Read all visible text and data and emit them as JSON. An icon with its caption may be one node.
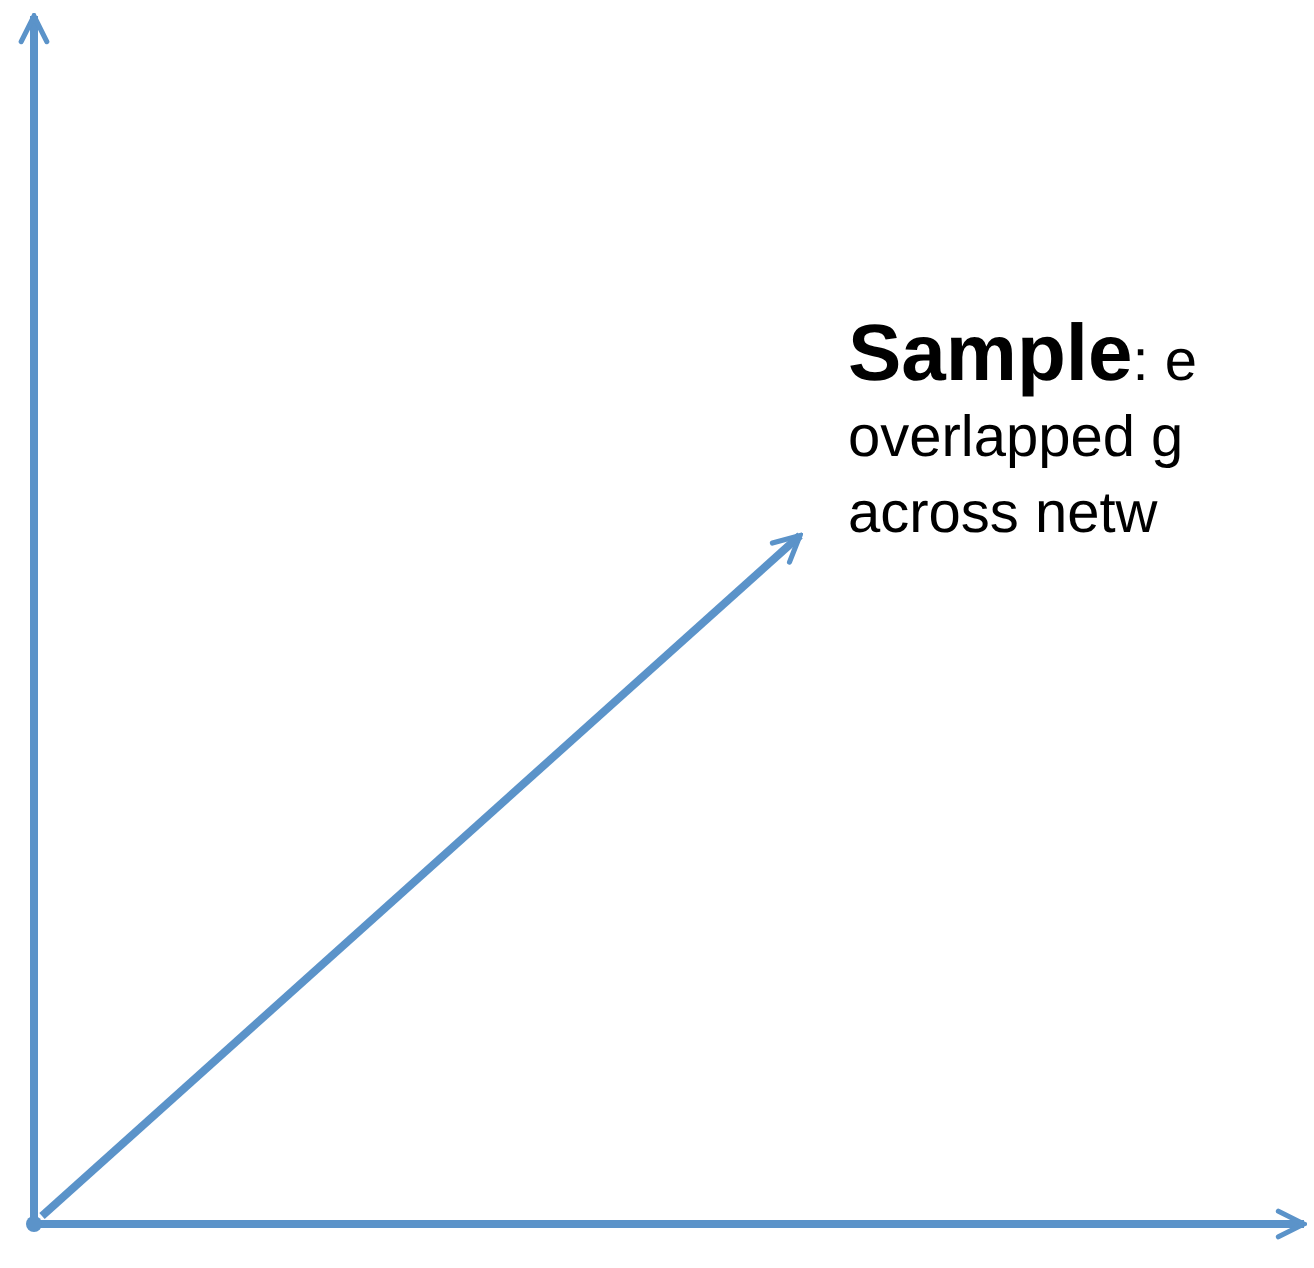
{
  "diagram": {
    "nodes": [
      {
        "text": [
          "**Sample**: e",
          "overlapped g",
          "across netw"
        ]
      },
      {
        "text": [],
        "shape": "point"
      }
    ],
    "edges": [
      {
        "from": 1,
        "to": 0,
        "arrow": "to"
      }
    ]
  }
}
